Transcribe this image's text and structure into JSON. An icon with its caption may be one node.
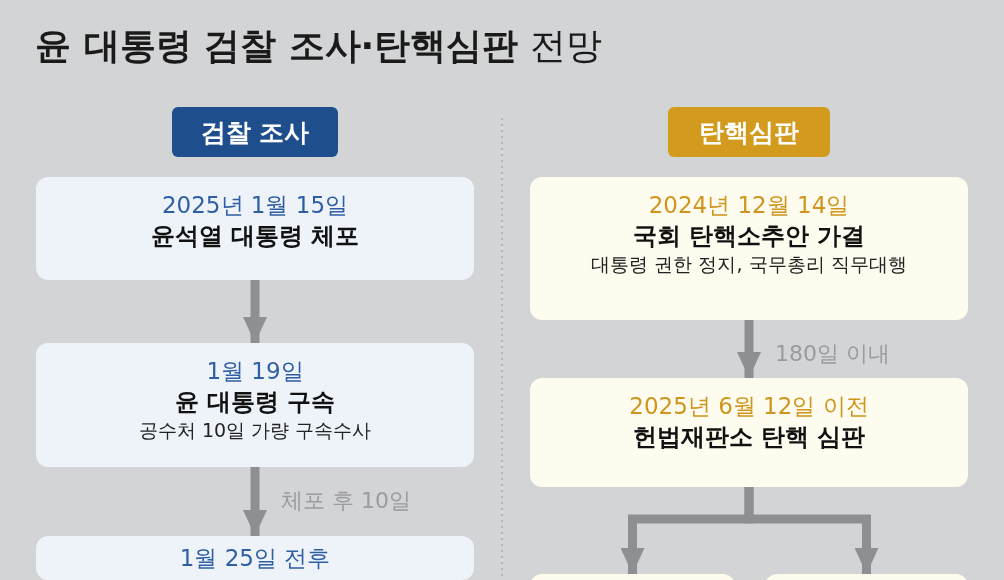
{
  "diagram": {
    "title": "**윤 대통령 검찰 조사·탄핵심판** 전망",
    "nodes": [
      {
        "text": [
          "검찰 조사"
        ]
      },
      {
        "text": [
          "2025년 1월 15일",
          "윤석열 대통령 체포"
        ]
      },
      {
        "text": [
          "1월 19일",
          "윤 대통령 구속",
          "공수처 10일 가량 구속수사"
        ]
      },
      {
        "text": [
          "1월 25일 전후"
        ]
      },
      {
        "text": [
          "탄핵심판"
        ]
      },
      {
        "text": [
          "2024년 12월 14일",
          "국회 탄핵소추안 가결",
          "대통령 권한 정지, 국무총리 직무대행"
        ]
      },
      {
        "text": [
          "2025년 6월 12일 이전",
          "헌법재판소 탄핵 심판"
        ]
      },
      {
        "text": [],
        "shape": "box"
      },
      {
        "text": [],
        "shape": "box"
      }
    ],
    "edges": [
      {
        "from": 1,
        "to": 2,
        "arrow": "to"
      },
      {
        "from": 2,
        "to": 3,
        "arrow": "to",
        "label": "체포 후 10일"
      },
      {
        "from": 5,
        "to": 6,
        "arrow": "to",
        "label": "180일 이내"
      },
      {
        "from": 6,
        "to": 7,
        "arrow": "to"
      },
      {
        "from": 6,
        "to": 8,
        "arrow": "to"
      }
    ]
  }
}
